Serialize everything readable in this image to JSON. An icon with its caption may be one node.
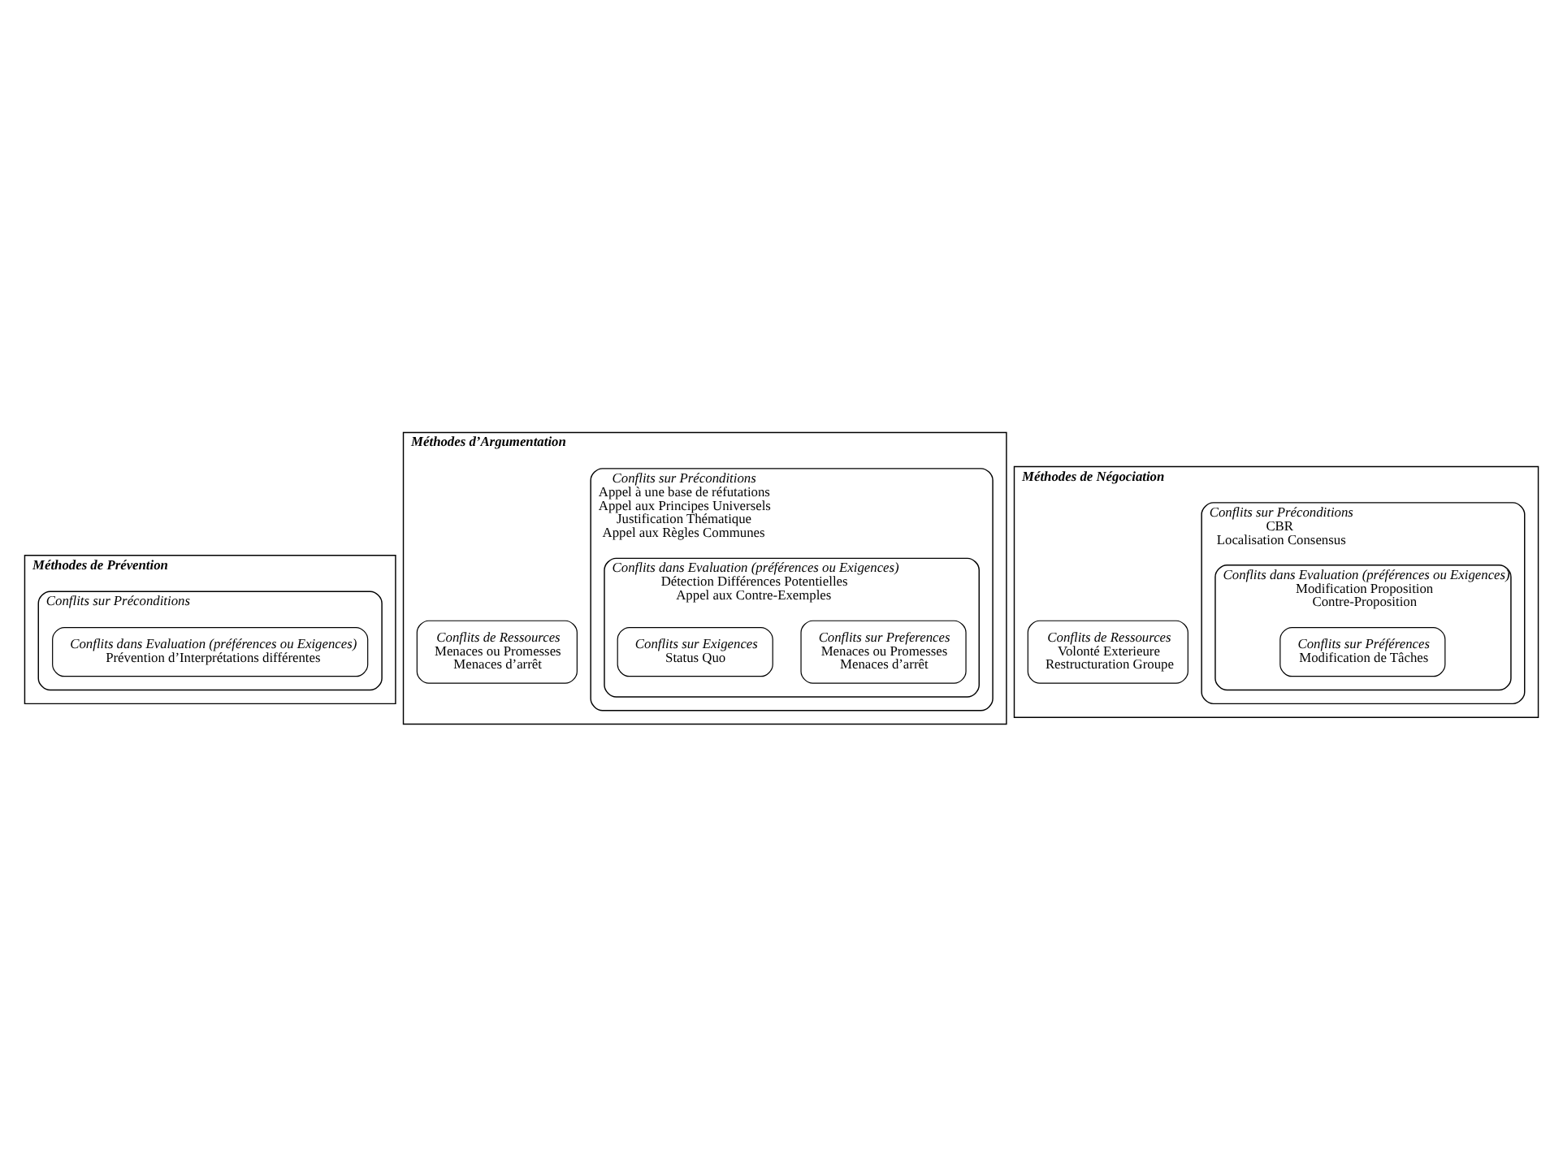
{
  "diagram": {
    "nodes": [
      {
        "text": [
          "Méthodes de Prévention"
        ]
      },
      {
        "text": [
          "Conflits sur Préconditions"
        ],
        "in": 0
      },
      {
        "text": [
          "Conflits dans Evaluation (préférences ou Exigences)",
          "Prévention d’Interprétations différentes"
        ],
        "in": 1
      },
      {
        "text": [
          "Méthodes d’Argumentation"
        ]
      },
      {
        "text": [
          "Conflits sur Préconditions",
          "Appel à une base de réfutations",
          "Appel aux Principes Universels",
          "Justification Thématique",
          "Appel aux Règles Communes"
        ],
        "in": 3
      },
      {
        "text": [
          "Conflits dans Evaluation (préférences ou Exigences)",
          "Détection Différences Potentielles",
          "Appel aux Contre-Exemples"
        ],
        "in": 4
      },
      {
        "text": [
          "Conflits sur Preferences",
          "Menaces ou Promesses",
          "Menaces d’arrêt"
        ],
        "in": 5
      },
      {
        "text": [
          "Conflits sur Exigences",
          "Status Quo"
        ],
        "in": 5
      },
      {
        "text": [
          "Conflits de Ressources",
          "Menaces ou Promesses",
          "Menaces d’arrêt"
        ],
        "in": 3
      },
      {
        "text": [
          "Méthodes de Négociation"
        ]
      },
      {
        "text": [
          "Conflits sur Préconditions",
          "CBR",
          "Localisation Consensus"
        ],
        "in": 9
      },
      {
        "text": [
          "Conflits dans Evaluation (préférences ou Exigences)",
          "Modification Proposition",
          "Contre-Proposition"
        ],
        "in": 10
      },
      {
        "text": [
          "Conflits sur Préférences",
          "Modification de Tâches"
        ],
        "in": 11
      },
      {
        "text": [
          "Conflits de Ressources",
          "Volonté Exterieure",
          "Restructuration Groupe"
        ],
        "in": 9
      }
    ]
  }
}
